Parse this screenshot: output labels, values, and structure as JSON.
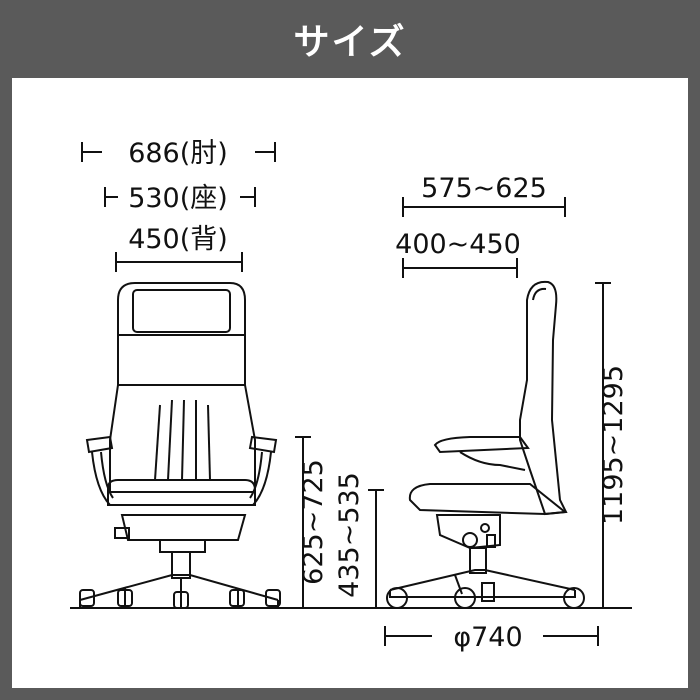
{
  "header": {
    "title": "サイズ"
  },
  "dimensions": {
    "armrest_width": "686(肘)",
    "seat_width": "530(座)",
    "back_width": "450(背)",
    "seat_depth": "575~625",
    "seat_depth_inner": "400~450",
    "armrest_height": "625~725",
    "seat_height": "435~535",
    "total_height": "1195~1295",
    "base_diameter": "φ740"
  },
  "colors": {
    "header_bg": "#5a5a5a",
    "panel_bg": "#ffffff",
    "line": "#111111"
  }
}
